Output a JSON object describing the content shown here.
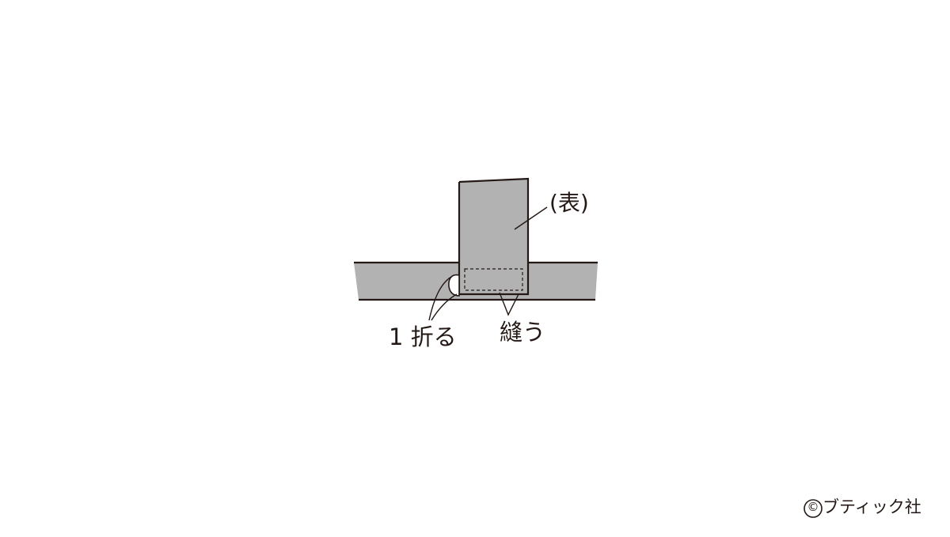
{
  "labels": {
    "front": "(表)",
    "fold": "1 折る",
    "sew": "縫う"
  },
  "credit": {
    "symbol": "©",
    "text": "ブティック社"
  },
  "colors": {
    "fabric_fill": "#b2b2b2",
    "outline": "#231815",
    "background": "#ffffff"
  }
}
